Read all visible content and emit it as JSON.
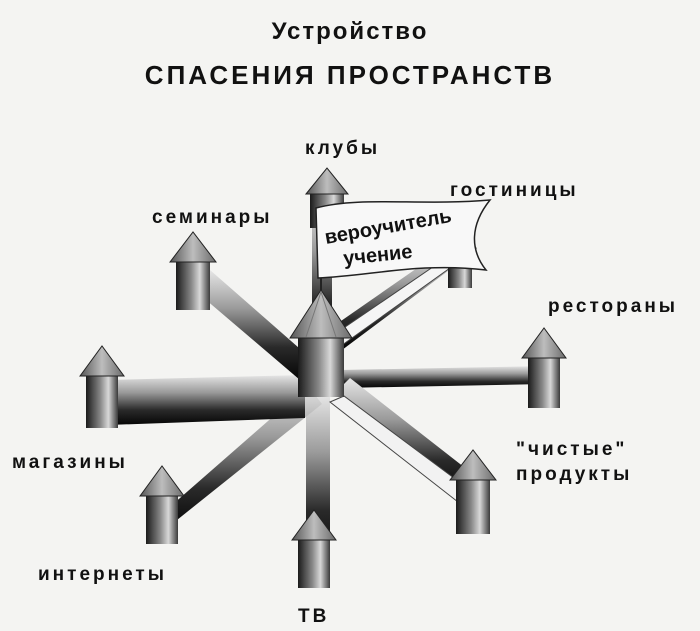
{
  "title": {
    "line1": "Устройство",
    "line2": "СПАСЕНИЯ ПРОСТРАНСТВ"
  },
  "flag": {
    "line1": "вероучитель",
    "line2": "учение"
  },
  "labels": {
    "top": "клубы",
    "top_right": "гостиницы",
    "right": "рестораны",
    "bottom_right_1": "\"чистые\"",
    "bottom_right_2": "продукты",
    "bottom": "ТВ",
    "bottom_left": "интернеты",
    "left": "магазины",
    "top_left": "семинары"
  },
  "colors": {
    "background": "#f4f4f2",
    "ink": "#111111",
    "flag": "#f8f8f8"
  }
}
